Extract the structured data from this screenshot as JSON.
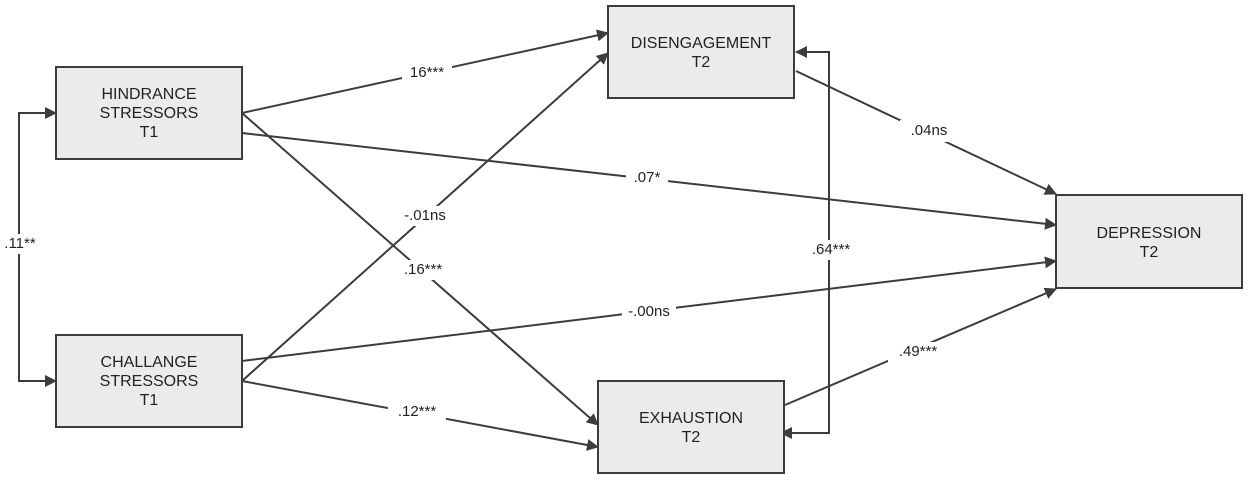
{
  "nodes": {
    "hindrance": {
      "line1": "HINDRANCE",
      "line2": "STRESSORS",
      "line3": "T1"
    },
    "challenge": {
      "line1": "CHALLANGE",
      "line2": "STRESSORS",
      "line3": "T1"
    },
    "disengagement": {
      "line1": "DISENGAGEMENT",
      "line2": "T2"
    },
    "exhaustion": {
      "line1": "EXHAUSTION",
      "line2": "T2"
    },
    "depression": {
      "line1": "DEPRESSION",
      "line2": "T2"
    }
  },
  "paths": {
    "stressors_covariance": ".11**",
    "hindrance_to_disengagement": "16***",
    "hindrance_to_depression": ".07*",
    "hindrance_to_exhaustion": ".16***",
    "challenge_to_disengagement": "-.01ns",
    "challenge_to_depression": "-.00ns",
    "challenge_to_exhaustion": ".12***",
    "disengagement_to_depression": ".04ns",
    "exhaustion_to_depression": ".49***",
    "outcomes_covariance": ".64***"
  }
}
